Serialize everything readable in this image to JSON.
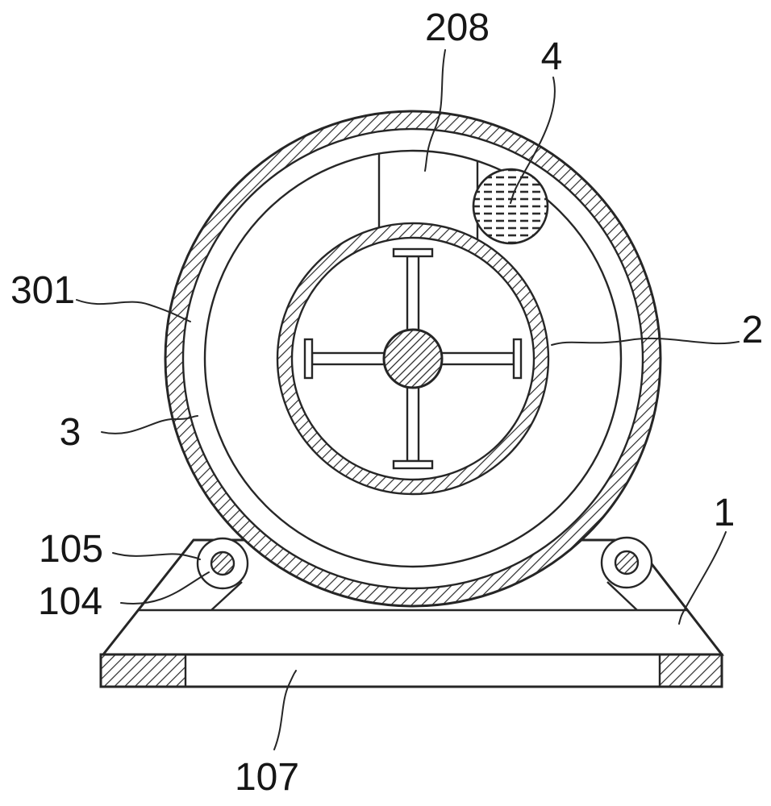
{
  "figure": {
    "background": "#ffffff",
    "line_color": "#262626",
    "labels": {
      "part_208": "208",
      "part_4": "4",
      "part_301": "301",
      "part_2": "2",
      "part_3": "3",
      "part_105": "105",
      "part_104": "104",
      "part_1": "1",
      "part_107": "107"
    }
  }
}
